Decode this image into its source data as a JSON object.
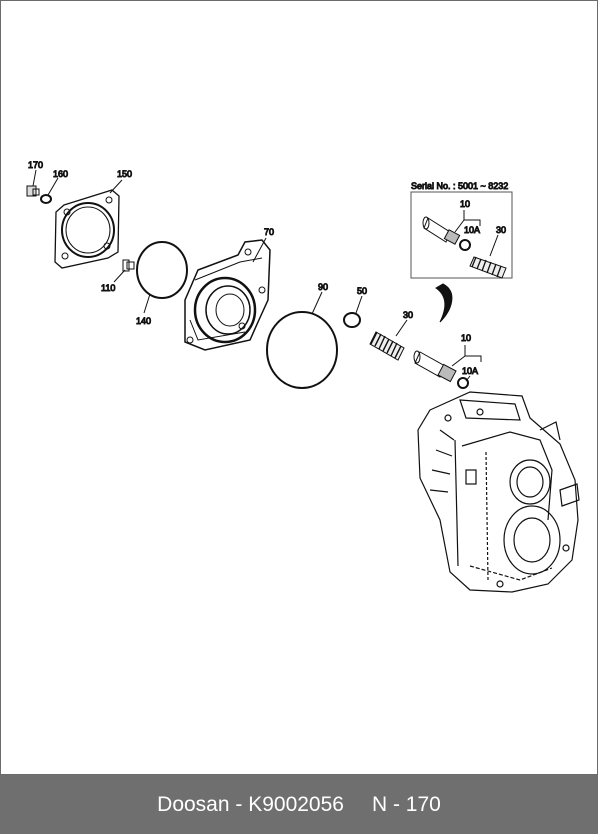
{
  "serial_box": {
    "label": "Serial No. : 5001 ~ 8232"
  },
  "callouts": {
    "p170": "170",
    "p160": "160",
    "p150": "150",
    "p110": "110",
    "p140": "140",
    "p70": "70",
    "p90": "90",
    "p50": "50",
    "p30_main": "30",
    "p10_main": "10",
    "p10a_main": "10A",
    "p10_box": "10",
    "p10a_box": "10A",
    "p30_box": "30"
  },
  "footer": {
    "brand_part": "Doosan - K9002056",
    "page_ref": "N - 170"
  },
  "colors": {
    "footer_bg": "#6f6f6f",
    "line": "#111111"
  }
}
